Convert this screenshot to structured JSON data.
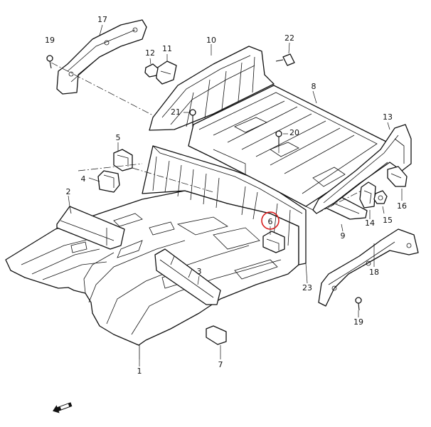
{
  "diagram": {
    "highlighted_part": "6",
    "highlight_color": "#d81e1e",
    "callouts": {
      "c1": "1",
      "c2": "2",
      "c3": "3",
      "c4": "4",
      "c5": "5",
      "c6": "6",
      "c7": "7",
      "c8": "8",
      "c9": "9",
      "c10": "10",
      "c11": "11",
      "c12": "12",
      "c13": "13",
      "c14": "14",
      "c15": "15",
      "c16": "16",
      "c17": "17",
      "c18": "18",
      "c19a": "19",
      "c19b": "19",
      "c20": "20",
      "c21": "21",
      "c22": "22",
      "c23": "23"
    },
    "direction_marker_icon": "front-arrow-icon"
  }
}
